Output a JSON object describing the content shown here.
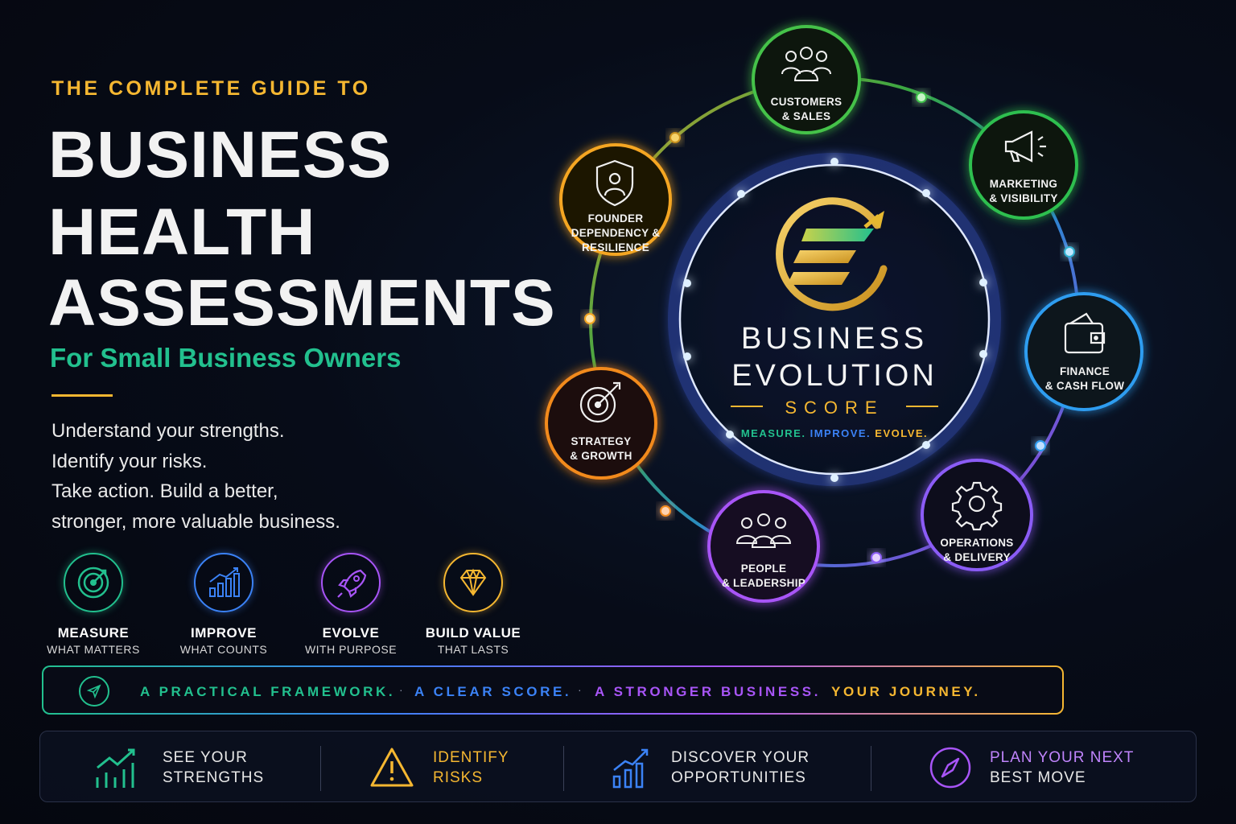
{
  "header": {
    "kicker": "THE COMPLETE GUIDE TO",
    "title_line1": "BUSINESS",
    "title_line2": "HEALTH",
    "title_line3": "ASSESSMENTS",
    "subtitle": "For Small Business Owners"
  },
  "intro": [
    "Understand your strengths.",
    "Identify your risks.",
    "Take action. Build a better,",
    "stronger, more valuable business."
  ],
  "pillars": [
    {
      "title": "MEASURE",
      "subtitle": "WHAT MATTERS",
      "icon": "target-icon",
      "color": "#22c08e"
    },
    {
      "title": "IMPROVE",
      "subtitle": "WHAT COUNTS",
      "icon": "bar-chart-icon",
      "color": "#3b82f6"
    },
    {
      "title": "EVOLVE",
      "subtitle": "WITH PURPOSE",
      "icon": "rocket-icon",
      "color": "#a855f7"
    },
    {
      "title": "BUILD VALUE",
      "subtitle": "THAT LASTS",
      "icon": "diamond-icon",
      "color": "#f5b731"
    }
  ],
  "tagline": {
    "icon": "paper-plane-icon",
    "segments": [
      {
        "text": "A PRACTICAL FRAMEWORK.",
        "color": "#22c08e"
      },
      {
        "text": "A CLEAR SCORE.",
        "color": "#3b82f6"
      },
      {
        "text": "A STRONGER BUSINESS.",
        "color": "#a855f7"
      },
      {
        "text": "YOUR JOURNEY.",
        "color": "#f5b731"
      }
    ],
    "separator": "·"
  },
  "bottom": [
    {
      "line1": "SEE YOUR",
      "line2": "STRENGTHS",
      "icon": "growth-chart-icon",
      "color": "#22c08e",
      "text_color": "#e8e8e8"
    },
    {
      "line1": "IDENTIFY",
      "line2": "RISKS",
      "icon": "warning-icon",
      "color": "#f5b731",
      "text_color": "#f5b731"
    },
    {
      "line1": "DISCOVER YOUR",
      "line2": "OPPORTUNITIES",
      "icon": "trend-chart-icon",
      "color": "#3b82f6",
      "text_color": "#e8e8e8"
    },
    {
      "line1": "PLAN YOUR NEXT",
      "line2": "BEST MOVE",
      "icon": "compass-icon",
      "color": "#a855f7",
      "text_color": "#c084fc"
    }
  ],
  "center": {
    "line1": "BUSINESS",
    "line2": "EVOLUTION",
    "line3": "SCORE",
    "motto": [
      "MEASURE.",
      "IMPROVE.",
      "EVOLVE."
    ],
    "motto_colors": [
      "#22c08e",
      "#3b82f6",
      "#f5b731"
    ]
  },
  "nodes": [
    {
      "label1": "CUSTOMERS",
      "label2": "& SALES",
      "label3": "",
      "icon": "people-group-icon",
      "color": "#44c24a"
    },
    {
      "label1": "MARKETING",
      "label2": "& VISIBILITY",
      "label3": "",
      "icon": "megaphone-icon",
      "color": "#2fbf4f"
    },
    {
      "label1": "FINANCE",
      "label2": "& CASH FLOW",
      "label3": "",
      "icon": "wallet-icon",
      "color": "#2f9df0"
    },
    {
      "label1": "OPERATIONS",
      "label2": "& DELIVERY",
      "label3": "",
      "icon": "gear-icon",
      "color": "#8b5cf6"
    },
    {
      "label1": "PEOPLE",
      "label2": "& LEADERSHIP",
      "label3": "",
      "icon": "team-icon",
      "color": "#a855f7"
    },
    {
      "label1": "STRATEGY",
      "label2": "& GROWTH",
      "label3": "",
      "icon": "target-arrow-icon",
      "color": "#f28a1e"
    },
    {
      "label1": "FOUNDER",
      "label2": "DEPENDENCY &",
      "label3": "RESILIENCE",
      "icon": "shield-person-icon",
      "color": "#f5a623"
    }
  ]
}
